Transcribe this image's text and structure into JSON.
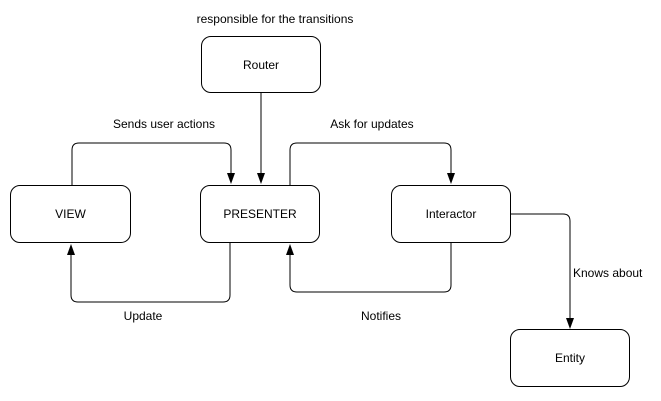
{
  "diagram": {
    "background_color": "#ffffff",
    "stroke_color": "#000000",
    "text_color": "#000000",
    "nodes": [
      {
        "id": "router",
        "label": "Router"
      },
      {
        "id": "view",
        "label": "VIEW"
      },
      {
        "id": "presenter",
        "label": "PRESENTER"
      },
      {
        "id": "interactor",
        "label": "Interactor"
      },
      {
        "id": "entity",
        "label": "Entity"
      }
    ],
    "labels": {
      "router_note": "responsible for the transitions",
      "sends_user_actions": "Sends user actions",
      "ask_for_updates": "Ask for updates",
      "update": "Update",
      "notifies": "Notifies",
      "knows_about": "Knows about"
    },
    "edges": [
      {
        "from": "VIEW",
        "to": "PRESENTER",
        "label": "Sends user actions"
      },
      {
        "from": "Router",
        "to": "PRESENTER",
        "label": "responsible for the transitions"
      },
      {
        "from": "PRESENTER",
        "to": "Interactor",
        "label": "Ask for updates"
      },
      {
        "from": "PRESENTER",
        "to": "VIEW",
        "label": "Update"
      },
      {
        "from": "Interactor",
        "to": "PRESENTER",
        "label": "Notifies"
      },
      {
        "from": "Interactor",
        "to": "Entity",
        "label": "Knows about"
      }
    ]
  }
}
